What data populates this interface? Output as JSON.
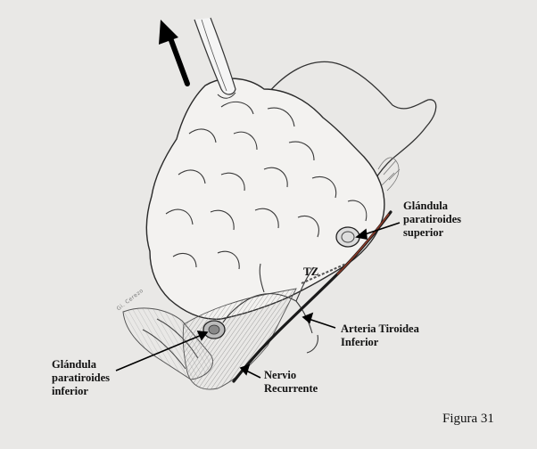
{
  "figure": {
    "caption": "Figura 31",
    "tz_label": "TZ",
    "signature": "Gi. Cerezo",
    "labels": {
      "superior": [
        "Glándula",
        "paratiroides",
        "superior"
      ],
      "inferior": [
        "Glándula",
        "paratiroides",
        "inferior"
      ],
      "arteria": [
        "Arteria Tiroidea",
        "Inferior"
      ],
      "nervio": [
        "Nervio",
        "Recurrente"
      ]
    },
    "colors": {
      "background": "#e9e8e6",
      "ink": "#1a1a1a",
      "artery": "#8a3a28"
    },
    "icons": [
      "traction-arrow-icon",
      "forceps-icon"
    ]
  }
}
